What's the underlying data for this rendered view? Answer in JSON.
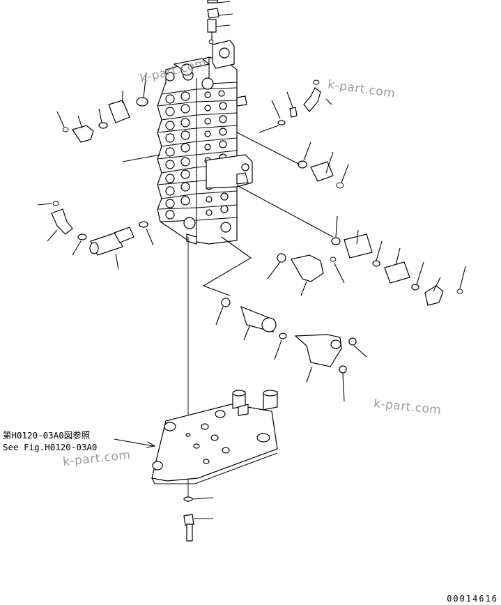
{
  "reference": {
    "line_jp": "第H0120-03A0図参照",
    "line_en": "See Fig.H0120-03A0"
  },
  "watermarks": [
    "k-part.com",
    "k-part.com",
    "k-part.com"
  ],
  "drawing_number": "00014616"
}
